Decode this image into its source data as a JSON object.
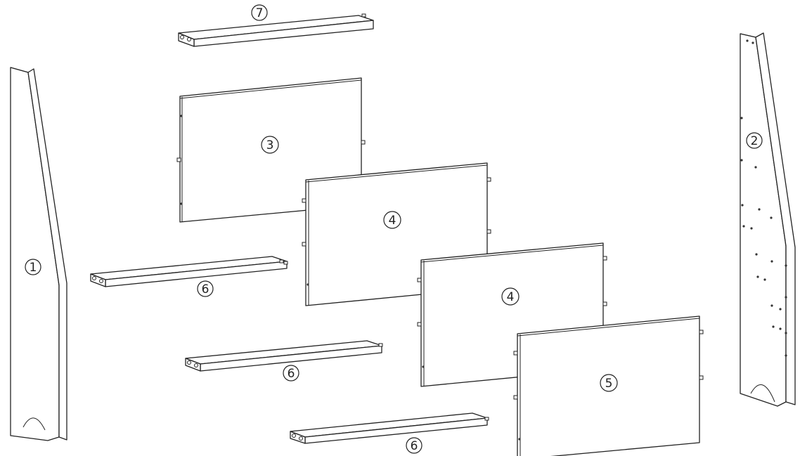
{
  "labels": {
    "part_1": "1",
    "part_2": "2",
    "part_3": "3",
    "part_4a": "4",
    "part_4b": "4",
    "part_5": "5",
    "part_6a": "6",
    "part_6b": "6",
    "part_6c": "6",
    "part_7": "7"
  }
}
